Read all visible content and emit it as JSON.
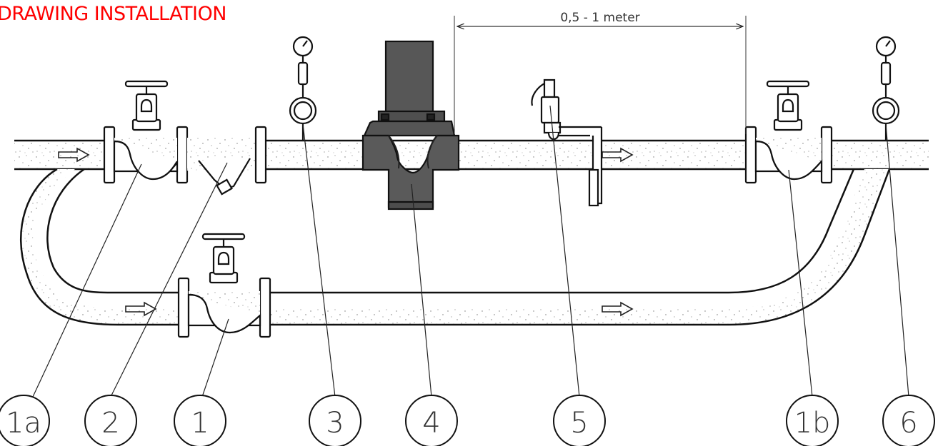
{
  "title": "DRAWING INSTALLATION",
  "dimension_label": "0,5 - 1 meter",
  "callouts": [
    "1a",
    "2",
    "1",
    "3",
    "4",
    "5",
    "1b",
    "6"
  ],
  "colors": {
    "title": "#ff0000",
    "outline": "#1a1a1a",
    "valve_body": "#585858",
    "pipe_fill": "#ececec"
  },
  "icons": {
    "flow_direction": "arrow-right",
    "gauge": "pressure-gauge"
  }
}
